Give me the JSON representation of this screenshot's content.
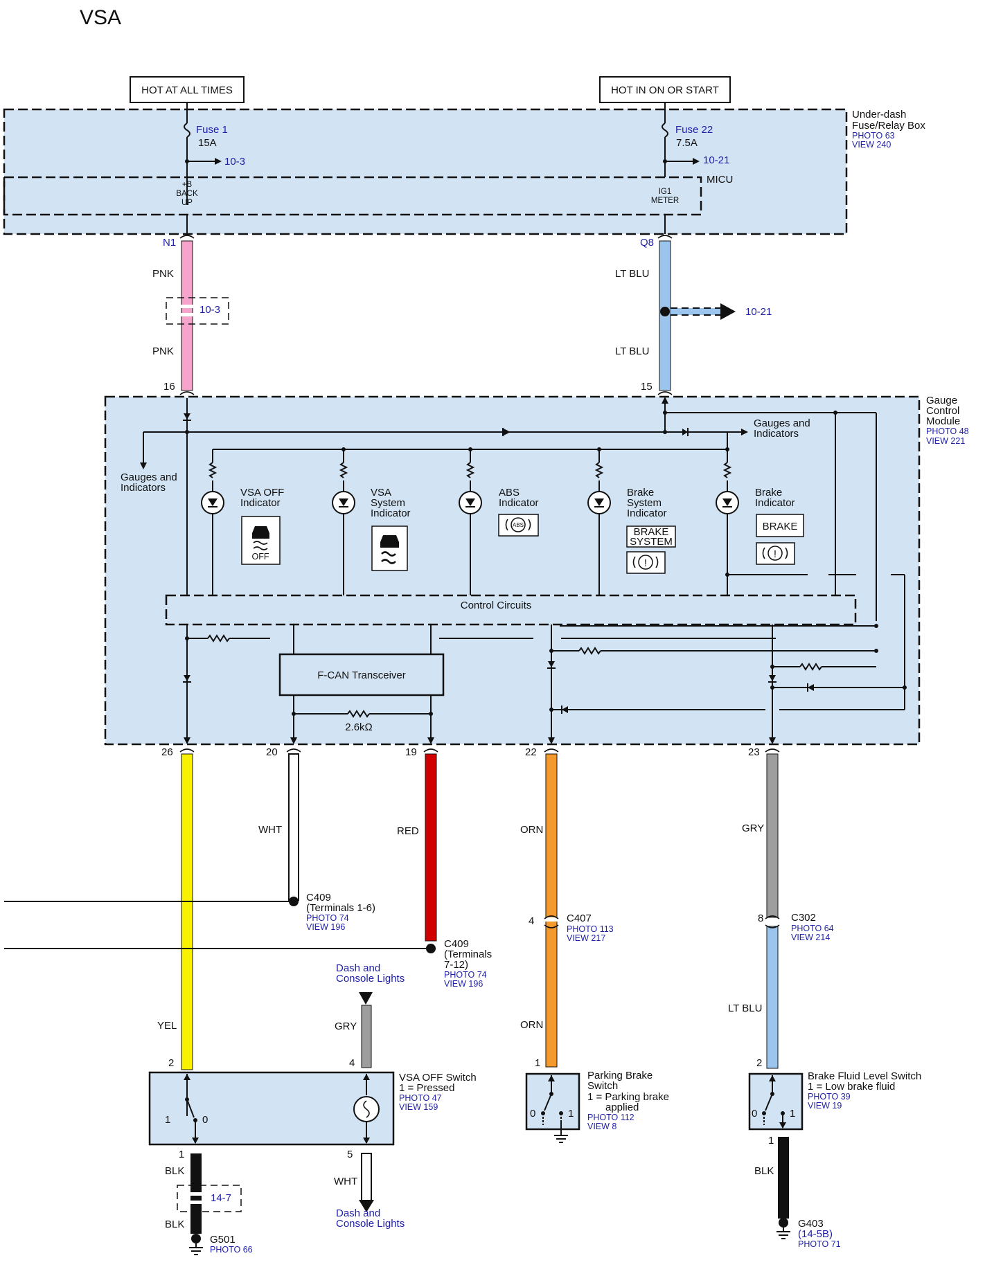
{
  "title": "VSA",
  "supplies": {
    "hot_at_all_times": "HOT AT ALL TIMES",
    "hot_in_on": "HOT IN ON OR START"
  },
  "underdash_box": {
    "name_line1": "Under-dash",
    "name_line2": "Fuse/Relay Box",
    "photo": "PHOTO 63",
    "view": "VIEW 240",
    "micu": "MICU",
    "fuse1_name": "Fuse 1",
    "fuse1_rating": "15A",
    "fuse1_ref": "10-3",
    "fuse22_name": "Fuse 22",
    "fuse22_rating": "7.5A",
    "fuse22_ref": "10-21",
    "backup_l1": "+B",
    "backup_l2": "BACK",
    "backup_l3": "UP",
    "ig1_l1": "IG1",
    "ig1_l2": "METER"
  },
  "connectors": {
    "n1": "N1",
    "q8": "Q8",
    "pin16": "16",
    "pin15": "15",
    "pin26": "26",
    "pin20": "20",
    "pin19": "19",
    "pin22": "22",
    "pin23": "23",
    "c409a_name": "C409",
    "c409a_terms": "(Terminals 1-6)",
    "c409a_photo": "PHOTO 74",
    "c409a_view": "VIEW 196",
    "c409b_name": "C409",
    "c409b_terms_l1": "(Terminals",
    "c409b_terms_l2": "7-12)",
    "c409b_photo": "PHOTO 74",
    "c409b_view": "VIEW 196",
    "c407_pin": "4",
    "c407_name": "C407",
    "c407_photo": "PHOTO 113",
    "c407_view": "VIEW 217",
    "c302_pin": "8",
    "c302_name": "C302",
    "c302_photo": "PHOTO 64",
    "c302_view": "VIEW 214"
  },
  "wires": {
    "pnk_upper": "PNK",
    "pnk_lower": "PNK",
    "pnk_ref": "10-3",
    "ltblu_upper": "LT BLU",
    "ltblu_lower": "LT BLU",
    "ltblu_ref": "10-21",
    "yel": "YEL",
    "wht": "WHT",
    "red": "RED",
    "orn_upper": "ORN",
    "orn_lower": "ORN",
    "gry_upper": "GRY",
    "ltblu_c302": "LT BLU",
    "gry_dash": "GRY",
    "wht_dash": "WHT",
    "blk_upper": "BLK",
    "blk_lower": "BLK",
    "blk_ref": "14-7",
    "blk_g403": "BLK",
    "colors": {
      "pink": "#f7a4cc",
      "light_blue": "#9cc5ee",
      "yellow": "#f8f200",
      "white": "#ffffff",
      "red": "#d00000",
      "orange": "#f3992d",
      "gray": "#9e9e9e",
      "black": "#111111",
      "box_fill": "#d2e3f3",
      "ref_blue": "#1f1fa8"
    }
  },
  "gauge_module": {
    "name_l1": "Gauge",
    "name_l2": "Control",
    "name_l3": "Module",
    "photo": "PHOTO 48",
    "view": "VIEW 221",
    "gauges_right_l1": "Gauges and",
    "gauges_right_l2": "Indicators",
    "gauges_left_l1": "Gauges and",
    "gauges_left_l2": "Indicators",
    "control_circuits": "Control Circuits",
    "fcan": "F-CAN Transceiver",
    "resistor": "2.6kΩ",
    "indicators": [
      {
        "l1": "VSA OFF",
        "l2": "Indicator",
        "l3": ""
      },
      {
        "l1": "VSA",
        "l2": "System",
        "l3": "Indicator"
      },
      {
        "l1": "ABS",
        "l2": "Indicator",
        "l3": ""
      },
      {
        "l1": "Brake",
        "l2": "System",
        "l3": "Indicator"
      },
      {
        "l1": "Brake",
        "l2": "Indicator",
        "l3": ""
      }
    ],
    "vsa_off_icon_text": "OFF",
    "abs_icon_text": "ABS",
    "brake_system_icon_l1": "BRAKE",
    "brake_system_icon_l2": "SYSTEM",
    "brake_icon_text": "BRAKE",
    "brake_excl": "!"
  },
  "vsa_off_switch": {
    "name": "VSA OFF Switch",
    "state": "1 = Pressed",
    "photo": "PHOTO 47",
    "view": "VIEW 159",
    "pin2": "2",
    "pin4": "4",
    "pin1": "1",
    "pin5": "5",
    "pos1": "1",
    "pos0": "0",
    "dash_top_l1": "Dash and",
    "dash_top_l2": "Console Lights",
    "dash_bottom_l1": "Dash and",
    "dash_bottom_l2": "Console Lights"
  },
  "parking_brake_switch": {
    "name_l1": "Parking Brake",
    "name_l2": "Switch",
    "state_l1": "1 = Parking brake",
    "state_l2": "applied",
    "photo": "PHOTO 112",
    "view": "VIEW 8",
    "pin1": "1",
    "pos0": "0",
    "pos1": "1"
  },
  "brake_fluid_switch": {
    "name": "Brake Fluid Level Switch",
    "state": "1 = Low brake fluid",
    "photo": "PHOTO 39",
    "view": "VIEW 19",
    "pin2": "2",
    "pin1": "1",
    "pos0": "0",
    "pos1": "1"
  },
  "grounds": {
    "g501": "G501",
    "g501_photo": "PHOTO 66",
    "g403": "G403",
    "g403_ref": "(14-5B)",
    "g403_photo": "PHOTO 71"
  }
}
